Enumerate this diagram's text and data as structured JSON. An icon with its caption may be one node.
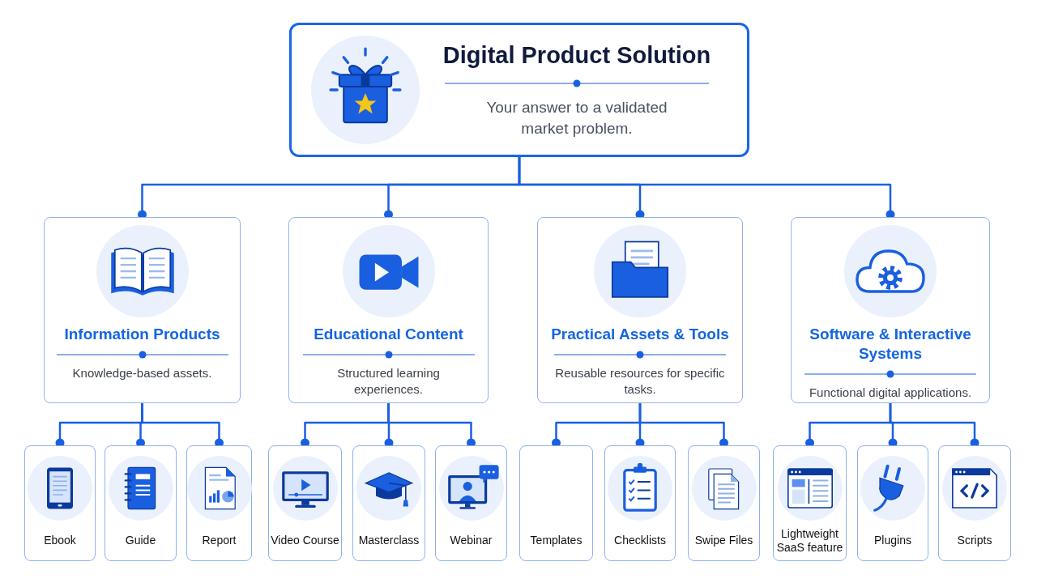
{
  "diagram": {
    "nodes": [
      {
        "text": [
          "Digital Product Solution",
          "Your answer to a validated market problem."
        ]
      },
      {
        "text": [
          "Information Products",
          "Knowledge-based assets."
        ]
      },
      {
        "text": [
          "Educational Content",
          "Structured learning experiences."
        ]
      },
      {
        "text": [
          "Practical Assets & Tools",
          "Reusable resources for specific tasks."
        ]
      },
      {
        "text": [
          "Software & Interactive Systems",
          "Functional digital applications."
        ]
      },
      {
        "text": [
          "Ebook"
        ]
      },
      {
        "text": [
          "Guide"
        ]
      },
      {
        "text": [
          "Report"
        ]
      },
      {
        "text": [
          "Video Course"
        ]
      },
      {
        "text": [
          "Masterclass"
        ]
      },
      {
        "text": [
          "Webinar"
        ]
      },
      {
        "text": [
          "Templates"
        ]
      },
      {
        "text": [
          "Checklists"
        ]
      },
      {
        "text": [
          "Swipe Files"
        ]
      },
      {
        "text": [
          "Lightweight SaaS feature"
        ]
      },
      {
        "text": [
          "Plugins"
        ]
      },
      {
        "text": [
          "Scripts"
        ]
      }
    ],
    "edges": [
      {
        "from": 0,
        "to": 1,
        "arrow": "other"
      },
      {
        "from": 0,
        "to": 2,
        "arrow": "other"
      },
      {
        "from": 0,
        "to": 3,
        "arrow": "other"
      },
      {
        "from": 0,
        "to": 4,
        "arrow": "other"
      },
      {
        "from": 1,
        "to": 5,
        "arrow": "other"
      },
      {
        "from": 1,
        "to": 6,
        "arrow": "other"
      },
      {
        "from": 1,
        "to": 7,
        "arrow": "other"
      },
      {
        "from": 2,
        "to": 8,
        "arrow": "other"
      },
      {
        "from": 2,
        "to": 9,
        "arrow": "other"
      },
      {
        "from": 2,
        "to": 10,
        "arrow": "other"
      },
      {
        "from": 3,
        "to": 11,
        "arrow": "other"
      },
      {
        "from": 3,
        "to": 12,
        "arrow": "other"
      },
      {
        "from": 3,
        "to": 13,
        "arrow": "other"
      },
      {
        "from": 4,
        "to": 14,
        "arrow": "other"
      },
      {
        "from": 4,
        "to": 15,
        "arrow": "other"
      },
      {
        "from": 4,
        "to": 16,
        "arrow": "other"
      }
    ]
  }
}
